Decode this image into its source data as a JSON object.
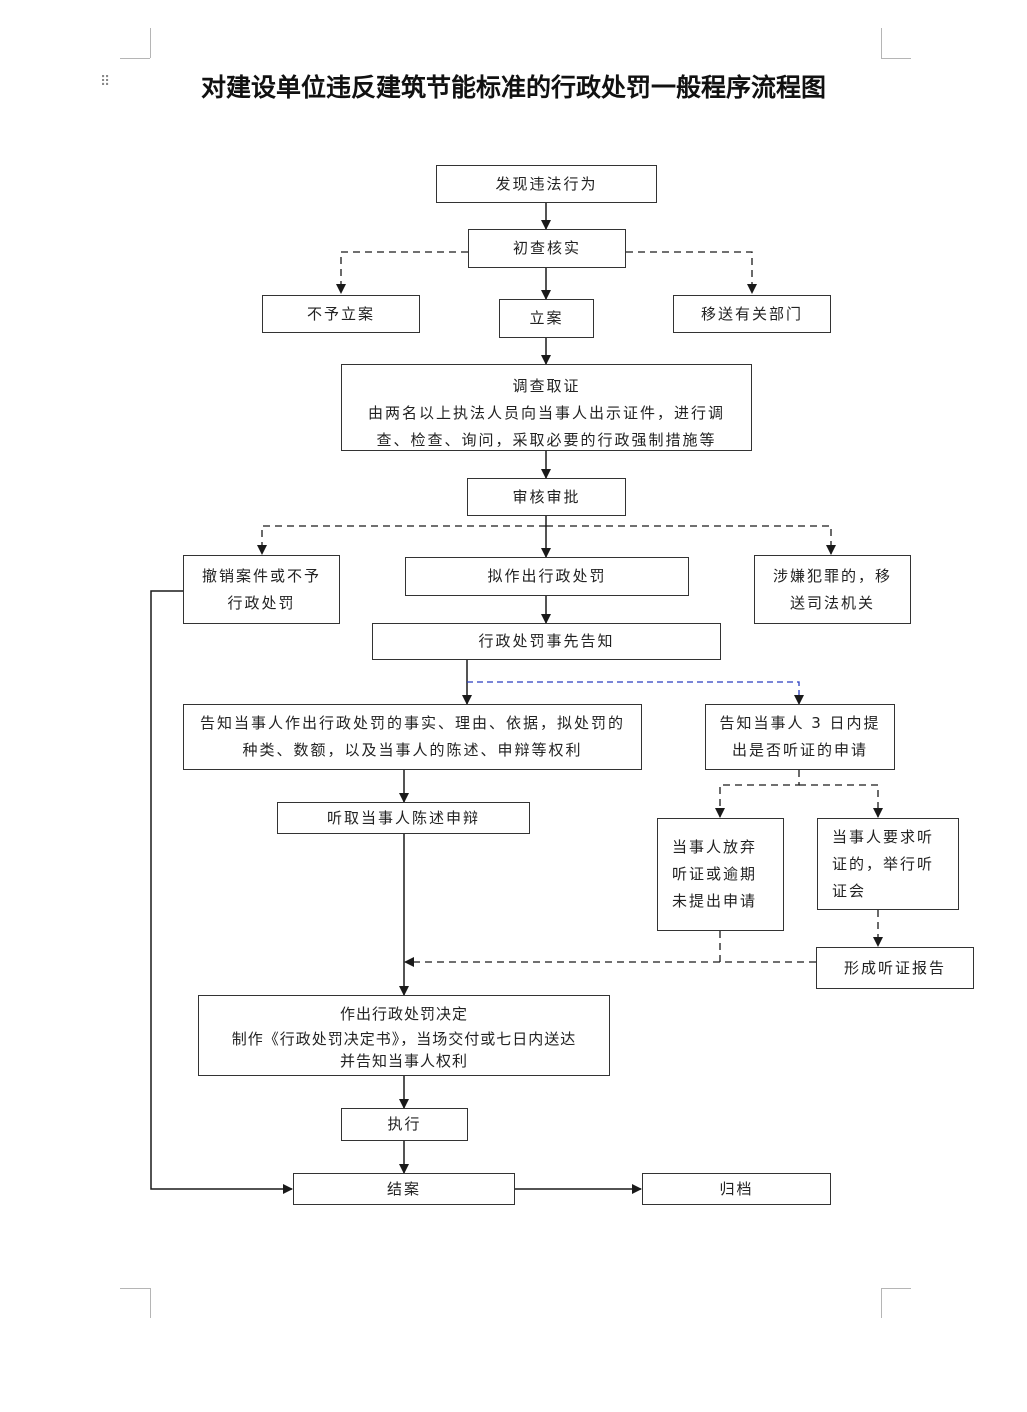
{
  "title": "对建设单位违反建筑节能标准的行政处罚一般程序流程图",
  "handle_glyph": "⠿",
  "nodes": {
    "discover": "发现违法行为",
    "preliminary": "初查核实",
    "no_case": "不予立案",
    "file_case": "立案",
    "transfer_dept": "移送有关部门",
    "investigate": {
      "line1": "调查取证",
      "line2": "由两名以上执法人员向当事人出示证件，进行调",
      "line3": "查、检查、询问，采取必要的行政强制措施等"
    },
    "review": "审核审批",
    "revoke": {
      "line1": "撤销案件或不予",
      "line2": "行政处罚"
    },
    "draft_penalty": "拟作出行政处罚",
    "criminal": {
      "line1": "涉嫌犯罪的，移",
      "line2": "送司法机关"
    },
    "prior_notice": "行政处罚事先告知",
    "notify_facts": {
      "line1": "告知当事人作出行政处罚的事实、理由、依据，拟处罚的",
      "line2": "种类、数额，以及当事人的陈述、申辩等权利"
    },
    "notify_hearing": {
      "line1": "告知当事人 3 日内提",
      "line2": "出是否听证的申请"
    },
    "hear_statement": "听取当事人陈述申辩",
    "waive_hearing": {
      "line1": "当事人放弃",
      "line2": "听证或逾期",
      "line3": "未提出申请"
    },
    "request_hearing": {
      "line1": "当事人要求听",
      "line2": "证的，举行听",
      "line3": "证会"
    },
    "hearing_report": "形成听证报告",
    "decision": {
      "line1": "作出行政处罚决定",
      "line2": "制作《行政处罚决定书》，当场交付或七日内送达",
      "line3": "并告知当事人权利"
    },
    "execute": "执行",
    "close_case": "结案",
    "archive": "归档"
  },
  "colors": {
    "line": "#1a1a1a",
    "dashed_blue": "#2a3fbf",
    "crop_marks": "#b5b5b5"
  }
}
